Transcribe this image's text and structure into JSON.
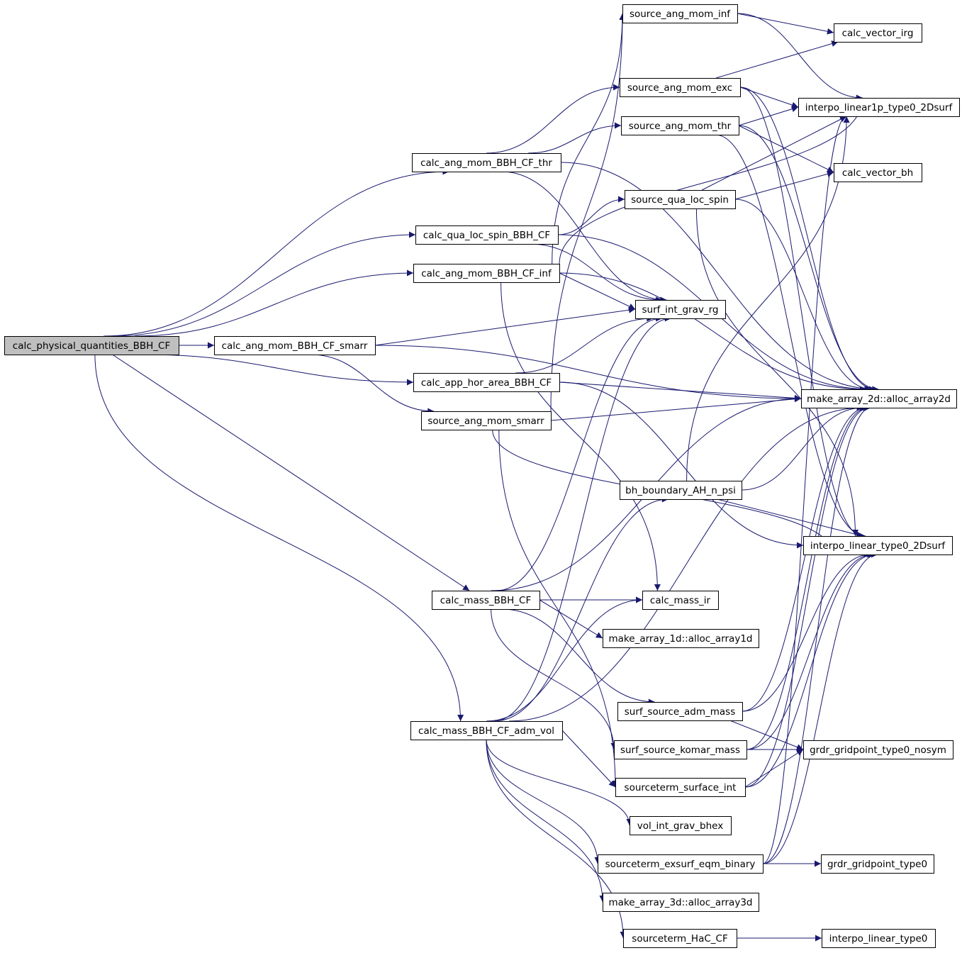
{
  "colors": {
    "edge": "#191970",
    "node_border": "#000000",
    "node_fill": "#ffffff",
    "root_fill": "#bfbfbf"
  },
  "nodes": {
    "root": "calc_physical_quantities_BBH_CF",
    "thr": "calc_ang_mom_BBH_CF_thr",
    "qua": "calc_qua_loc_spin_BBH_CF",
    "inf": "calc_ang_mom_BBH_CF_inf",
    "smarr": "calc_ang_mom_BBH_CF_smarr",
    "app": "calc_app_hor_area_BBH_CF",
    "smom": "source_ang_mom_smarr",
    "mass": "calc_mass_BBH_CF",
    "adm": "calc_mass_BBH_CF_adm_vol",
    "sinf": "source_ang_mom_inf",
    "sexc": "source_ang_mom_exc",
    "sthr": "source_ang_mom_thr",
    "squa": "source_qua_loc_spin",
    "sig": "surf_int_grav_rg",
    "bhb": "bh_boundary_AH_n_psi",
    "cmir": "calc_mass_ir",
    "a1d": "make_array_1d::alloc_array1d",
    "ssadm": "surf_source_adm_mass",
    "ssk": "surf_source_komar_mass",
    "stsi": "sourceterm_surface_int",
    "vig": "vol_int_grav_bhex",
    "stex": "sourceterm_exsurf_eqm_binary",
    "a3d": "make_array_3d::alloc_array3d",
    "sthac": "sourceterm_HaC_CF",
    "cvi": "calc_vector_irg",
    "il1p": "interpo_linear1p_type0_2Dsurf",
    "cvbh": "calc_vector_bh",
    "a2d": "make_array_2d::alloc_array2d",
    "il0": "interpo_linear_type0_2Dsurf",
    "gnos": "grdr_gridpoint_type0_nosym",
    "g0": "grdr_gridpoint_type0",
    "ilt0": "interpo_linear_type0"
  }
}
